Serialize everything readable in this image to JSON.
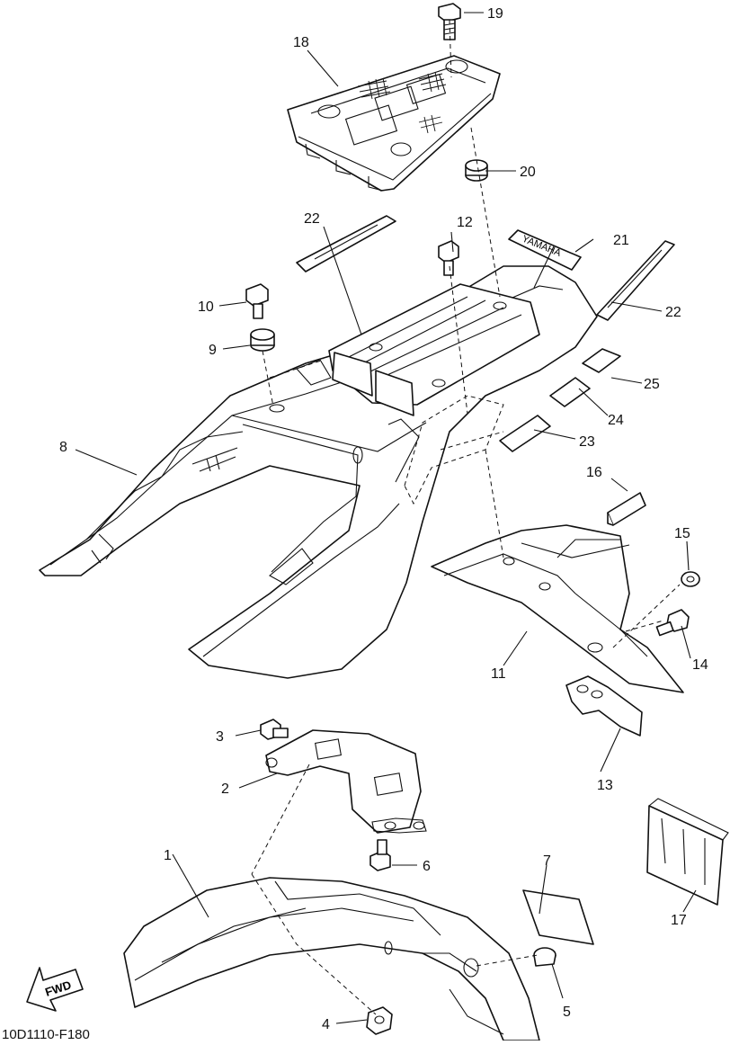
{
  "diagram": {
    "drawing_code": "10D1110-F180",
    "fwd_label": "FWD",
    "brand_decal_text": "YAMAHA",
    "callouts": [
      "1",
      "2",
      "3",
      "4",
      "5",
      "6",
      "7",
      "8",
      "9",
      "10",
      "11",
      "12",
      "13",
      "14",
      "15",
      "16",
      "17",
      "18",
      "19",
      "20",
      "21",
      "22",
      "22",
      "23",
      "24",
      "25"
    ]
  }
}
